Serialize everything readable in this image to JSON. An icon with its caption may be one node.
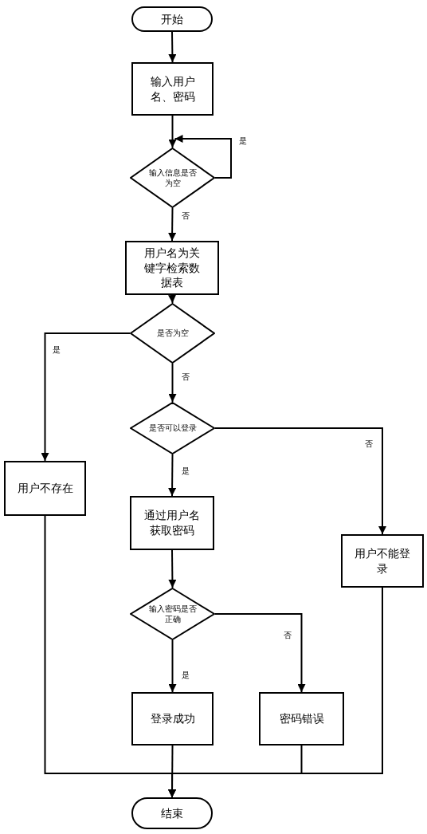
{
  "diagram": {
    "nodes": [
      {
        "text": [
          "开始"
        ]
      },
      {
        "text": [
          "输入用户名、密码"
        ]
      },
      {
        "text": [
          "输入信息是否为空"
        ]
      },
      {
        "text": [
          "用户名为关键字检索数据表"
        ]
      },
      {
        "text": [
          "是否为空"
        ]
      },
      {
        "text": [
          "是否可以登录"
        ]
      },
      {
        "text": [
          "用户不存在"
        ]
      },
      {
        "text": [
          "通过用户名获取密码"
        ]
      },
      {
        "text": [
          "用户不能登录"
        ]
      },
      {
        "text": [
          "输入密码是否正确"
        ]
      },
      {
        "text": [
          "登录成功"
        ]
      },
      {
        "text": [
          "密码错误"
        ]
      },
      {
        "text": [
          "结束"
        ]
      }
    ],
    "edges": [
      {
        "from": 0,
        "to": 1,
        "arrow": "to"
      },
      {
        "from": 1,
        "to": 2,
        "arrow": "to"
      },
      {
        "from": 2,
        "to": 2,
        "arrow": "to",
        "label": "是"
      },
      {
        "from": 2,
        "to": 3,
        "arrow": "to",
        "label": "否"
      },
      {
        "from": 3,
        "to": 4,
        "arrow": "to"
      },
      {
        "from": 4,
        "to": 6,
        "arrow": "to",
        "label": "是"
      },
      {
        "from": 4,
        "to": 5,
        "arrow": "to",
        "label": "否"
      },
      {
        "from": 5,
        "to": 8,
        "arrow": "to",
        "label": "否"
      },
      {
        "from": 5,
        "to": 7,
        "arrow": "to",
        "label": "是"
      },
      {
        "from": 7,
        "to": 9,
        "arrow": "to"
      },
      {
        "from": 9,
        "to": 10,
        "arrow": "to",
        "label": "是"
      },
      {
        "from": 9,
        "to": 11,
        "arrow": "to",
        "label": "否"
      },
      {
        "from": 6,
        "to": 12,
        "arrow": "to"
      },
      {
        "from": 8,
        "to": 12,
        "arrow": "to"
      },
      {
        "from": 11,
        "to": 12,
        "arrow": "to"
      },
      {
        "from": 10,
        "to": 12,
        "arrow": "to"
      }
    ]
  }
}
